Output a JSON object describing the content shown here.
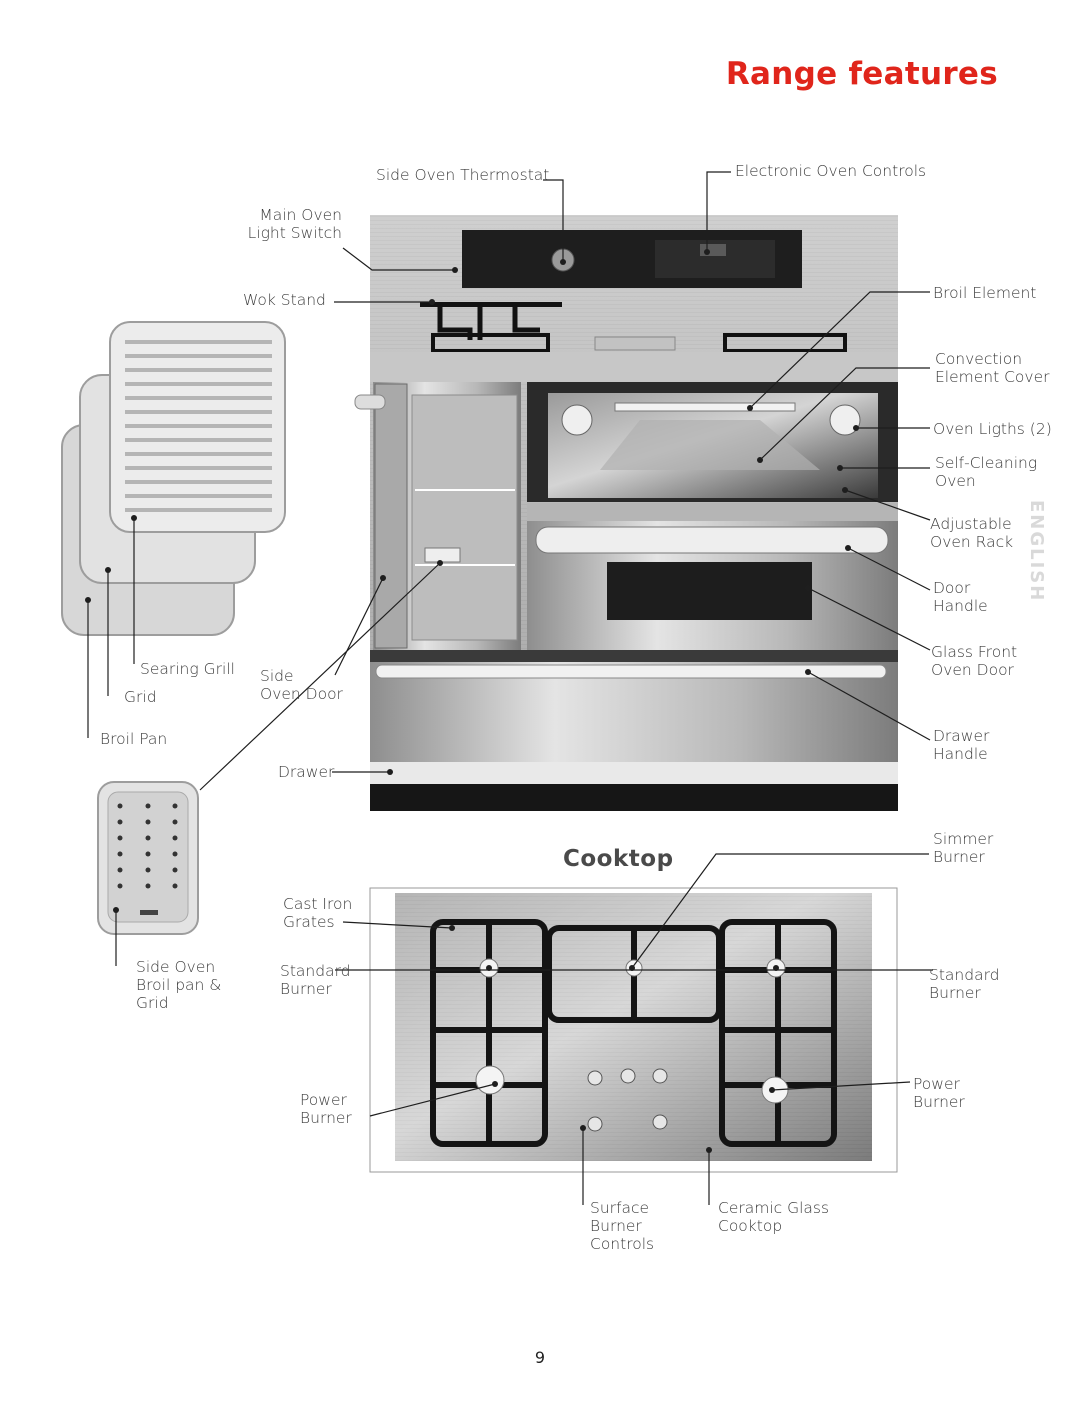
{
  "page": {
    "title": "Range features",
    "section_cooktop": "Cooktop",
    "page_number": "9",
    "side_tab": "ENGLISH"
  },
  "labels": {
    "side_oven_thermostat": "Side Oven Thermostat",
    "electronic_oven_controls": "Electronic Oven Controls",
    "main_oven_light_switch": [
      "Main Oven",
      "Light Switch"
    ],
    "wok_stand": "Wok Stand",
    "broil_element": "Broil Element",
    "convection_element_cover": [
      "Convection",
      "Element Cover"
    ],
    "oven_lights": "Oven Ligths (2)",
    "self_cleaning_oven": [
      "Self-Cleaning",
      "Oven"
    ],
    "adjustable_oven_rack": [
      "Adjustable",
      "Oven Rack"
    ],
    "door_handle": [
      "Door",
      "Handle"
    ],
    "glass_front_oven_door": [
      "Glass Front",
      "Oven Door"
    ],
    "drawer_handle": [
      "Drawer",
      "Handle"
    ],
    "searing_grill": "Searing Grill",
    "grid": "Grid",
    "broil_pan": "Broil Pan",
    "side_oven_door": [
      "Side",
      "Oven Door"
    ],
    "drawer": "Drawer",
    "side_oven_broil_pan_grid": [
      "Side Oven",
      "Broil pan &",
      "Grid"
    ],
    "simmer_burner": [
      "Simmer",
      "Burner"
    ],
    "cast_iron_grates": [
      "Cast Iron",
      "Grates"
    ],
    "standard_burner_left": [
      "Standard",
      "Burner"
    ],
    "standard_burner_right": [
      "Standard",
      "Burner"
    ],
    "power_burner_left": [
      "Power",
      "Burner"
    ],
    "power_burner_right": [
      "Power",
      "Burner"
    ],
    "surface_burner_controls": [
      "Surface",
      "Burner",
      "Controls"
    ],
    "ceramic_glass_cooktop": [
      "Ceramic Glass",
      "Cooktop"
    ]
  },
  "colors": {
    "title": "#e0251b",
    "leader": "#222222",
    "range_frame": "#1a1a1a"
  },
  "icons": [
    "range-illustration",
    "broil-pan-illustration",
    "side-oven-pan-illustration",
    "cooktop-illustration"
  ]
}
